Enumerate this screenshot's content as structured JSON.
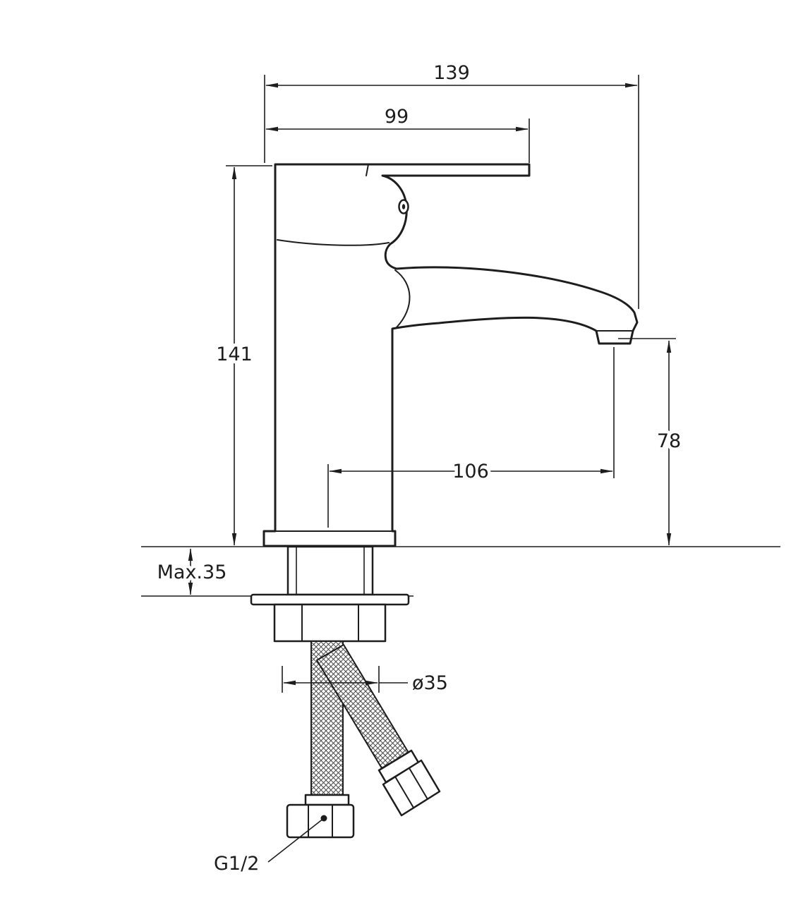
{
  "drawing": {
    "kind": "technical installation drawing",
    "subject": "single-lever basin faucet with flexible supply hoses",
    "line_color": "#1d1d1f",
    "background_color": "#ffffff"
  },
  "dimensions": {
    "overall_depth": "139",
    "handle_reach": "99",
    "body_height": "141",
    "spout_outlet_height": "78",
    "spout_reach": "106",
    "max_deck_thickness": "Max.35",
    "mounting_diameter": "ø35",
    "connection_thread": "G1/2"
  }
}
